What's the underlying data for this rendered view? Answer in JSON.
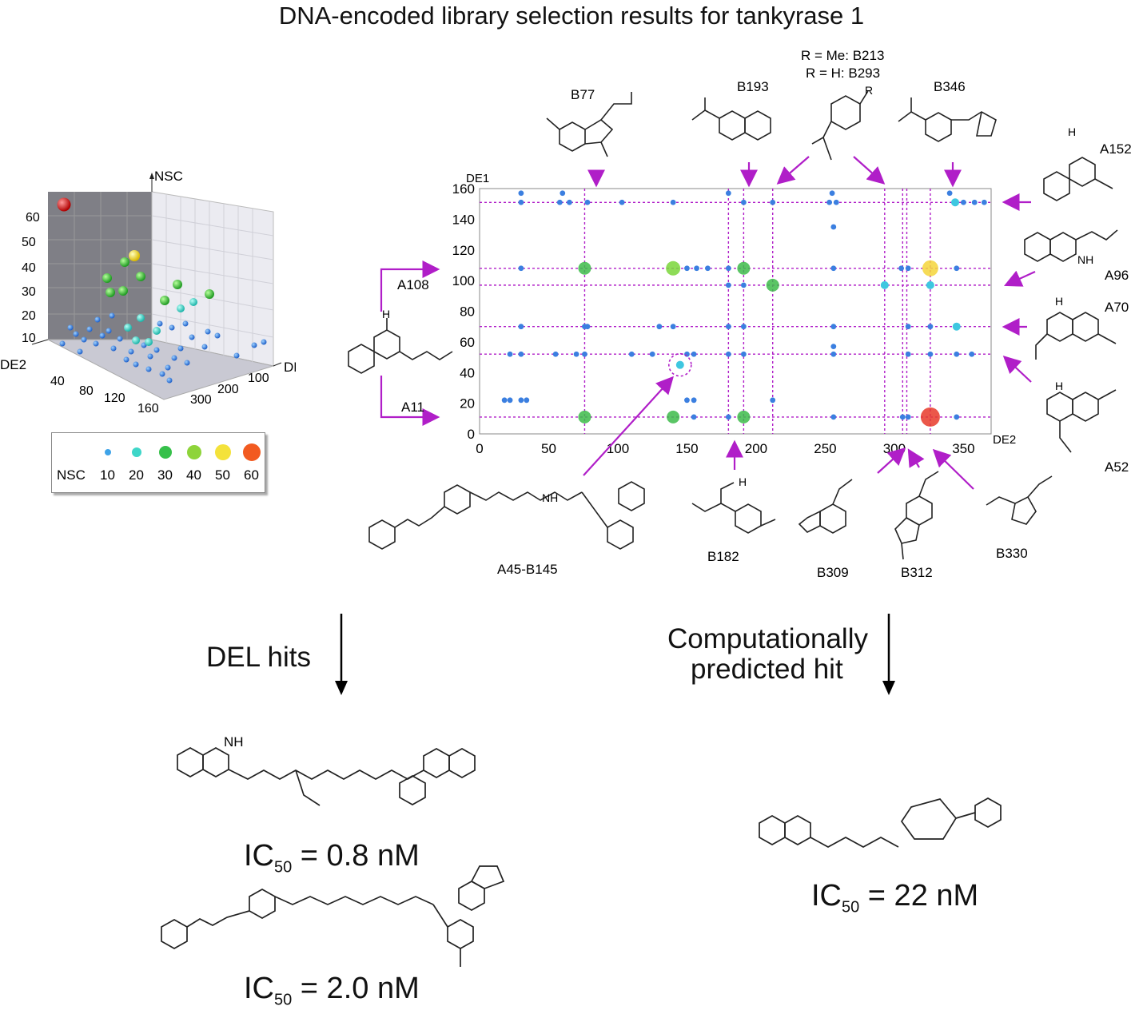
{
  "title": "DNA-encoded library selection results for tankyrase 1",
  "plot3d": {
    "z_label": "NSC",
    "x_label": "DE1",
    "y_label": "DE2",
    "z_ticks": [
      "10",
      "20",
      "30",
      "40",
      "50",
      "60"
    ],
    "de2_ticks": [
      "40",
      "80",
      "120",
      "160"
    ],
    "de1_ticks": [
      "100",
      "200",
      "300"
    ]
  },
  "legend": {
    "label": "NSC",
    "items": [
      {
        "value": "10",
        "color": "#3ea3e8"
      },
      {
        "value": "20",
        "color": "#3ed6c8"
      },
      {
        "value": "30",
        "color": "#36c04a"
      },
      {
        "value": "40",
        "color": "#8ed43a"
      },
      {
        "value": "50",
        "color": "#f4e23a"
      },
      {
        "value": "60",
        "color": "#f25a20"
      }
    ]
  },
  "chart_data": {
    "type": "scatter",
    "xlabel": "DE2",
    "ylabel": "DE1",
    "xlim": [
      0,
      370
    ],
    "ylim": [
      0,
      160
    ],
    "x_ticks": [
      0,
      50,
      100,
      150,
      200,
      250,
      300,
      350
    ],
    "y_ticks": [
      0,
      20,
      40,
      60,
      80,
      100,
      120,
      140,
      160
    ],
    "h_lines": [
      151,
      108,
      97,
      70,
      52,
      11
    ],
    "v_lines": [
      76,
      180,
      191,
      212,
      293,
      306,
      309,
      326
    ],
    "points": [
      {
        "x": 30,
        "y": 157,
        "nsc": 10
      },
      {
        "x": 60,
        "y": 157,
        "nsc": 10
      },
      {
        "x": 180,
        "y": 157,
        "nsc": 10
      },
      {
        "x": 255,
        "y": 157,
        "nsc": 10
      },
      {
        "x": 340,
        "y": 157,
        "nsc": 10
      },
      {
        "x": 30,
        "y": 151,
        "nsc": 10
      },
      {
        "x": 58,
        "y": 151,
        "nsc": 10
      },
      {
        "x": 65,
        "y": 151,
        "nsc": 10
      },
      {
        "x": 78,
        "y": 151,
        "nsc": 10
      },
      {
        "x": 103,
        "y": 151,
        "nsc": 10
      },
      {
        "x": 140,
        "y": 151,
        "nsc": 10
      },
      {
        "x": 191,
        "y": 151,
        "nsc": 10
      },
      {
        "x": 212,
        "y": 151,
        "nsc": 10
      },
      {
        "x": 253,
        "y": 151,
        "nsc": 10
      },
      {
        "x": 258,
        "y": 151,
        "nsc": 10
      },
      {
        "x": 344,
        "y": 151,
        "nsc": 20
      },
      {
        "x": 350,
        "y": 151,
        "nsc": 10
      },
      {
        "x": 358,
        "y": 151,
        "nsc": 10
      },
      {
        "x": 365,
        "y": 151,
        "nsc": 10
      },
      {
        "x": 256,
        "y": 135,
        "nsc": 10
      },
      {
        "x": 30,
        "y": 108,
        "nsc": 10
      },
      {
        "x": 76,
        "y": 108,
        "nsc": 30
      },
      {
        "x": 140,
        "y": 108,
        "nsc": 40
      },
      {
        "x": 150,
        "y": 108,
        "nsc": 10
      },
      {
        "x": 157,
        "y": 108,
        "nsc": 10
      },
      {
        "x": 165,
        "y": 108,
        "nsc": 10
      },
      {
        "x": 180,
        "y": 108,
        "nsc": 10
      },
      {
        "x": 191,
        "y": 108,
        "nsc": 30
      },
      {
        "x": 256,
        "y": 108,
        "nsc": 10
      },
      {
        "x": 305,
        "y": 108,
        "nsc": 10
      },
      {
        "x": 310,
        "y": 108,
        "nsc": 10
      },
      {
        "x": 326,
        "y": 108,
        "nsc": 50
      },
      {
        "x": 345,
        "y": 108,
        "nsc": 10
      },
      {
        "x": 180,
        "y": 97,
        "nsc": 10
      },
      {
        "x": 191,
        "y": 97,
        "nsc": 10
      },
      {
        "x": 212,
        "y": 97,
        "nsc": 30
      },
      {
        "x": 293,
        "y": 97,
        "nsc": 20
      },
      {
        "x": 326,
        "y": 97,
        "nsc": 20
      },
      {
        "x": 30,
        "y": 70,
        "nsc": 10
      },
      {
        "x": 76,
        "y": 70,
        "nsc": 10
      },
      {
        "x": 78,
        "y": 70,
        "nsc": 10
      },
      {
        "x": 130,
        "y": 70,
        "nsc": 10
      },
      {
        "x": 140,
        "y": 70,
        "nsc": 10
      },
      {
        "x": 180,
        "y": 70,
        "nsc": 10
      },
      {
        "x": 191,
        "y": 70,
        "nsc": 10
      },
      {
        "x": 256,
        "y": 70,
        "nsc": 10
      },
      {
        "x": 310,
        "y": 70,
        "nsc": 10
      },
      {
        "x": 326,
        "y": 70,
        "nsc": 10
      },
      {
        "x": 345,
        "y": 70,
        "nsc": 20
      },
      {
        "x": 256,
        "y": 57,
        "nsc": 10
      },
      {
        "x": 22,
        "y": 52,
        "nsc": 10
      },
      {
        "x": 30,
        "y": 52,
        "nsc": 10
      },
      {
        "x": 55,
        "y": 52,
        "nsc": 10
      },
      {
        "x": 70,
        "y": 52,
        "nsc": 10
      },
      {
        "x": 76,
        "y": 52,
        "nsc": 10
      },
      {
        "x": 110,
        "y": 52,
        "nsc": 10
      },
      {
        "x": 125,
        "y": 52,
        "nsc": 10
      },
      {
        "x": 150,
        "y": 52,
        "nsc": 10
      },
      {
        "x": 155,
        "y": 52,
        "nsc": 10
      },
      {
        "x": 180,
        "y": 52,
        "nsc": 10
      },
      {
        "x": 191,
        "y": 52,
        "nsc": 10
      },
      {
        "x": 256,
        "y": 52,
        "nsc": 10
      },
      {
        "x": 310,
        "y": 52,
        "nsc": 10
      },
      {
        "x": 326,
        "y": 52,
        "nsc": 10
      },
      {
        "x": 345,
        "y": 52,
        "nsc": 10
      },
      {
        "x": 356,
        "y": 52,
        "nsc": 10
      },
      {
        "x": 145,
        "y": 45,
        "nsc": 20
      },
      {
        "x": 18,
        "y": 22,
        "nsc": 10
      },
      {
        "x": 22,
        "y": 22,
        "nsc": 10
      },
      {
        "x": 30,
        "y": 22,
        "nsc": 10
      },
      {
        "x": 34,
        "y": 22,
        "nsc": 10
      },
      {
        "x": 150,
        "y": 22,
        "nsc": 10
      },
      {
        "x": 155,
        "y": 22,
        "nsc": 10
      },
      {
        "x": 212,
        "y": 22,
        "nsc": 10
      },
      {
        "x": 76,
        "y": 11,
        "nsc": 30
      },
      {
        "x": 140,
        "y": 11,
        "nsc": 30
      },
      {
        "x": 155,
        "y": 11,
        "nsc": 10
      },
      {
        "x": 180,
        "y": 11,
        "nsc": 10
      },
      {
        "x": 191,
        "y": 11,
        "nsc": 30
      },
      {
        "x": 256,
        "y": 11,
        "nsc": 10
      },
      {
        "x": 306,
        "y": 11,
        "nsc": 10
      },
      {
        "x": 310,
        "y": 11,
        "nsc": 10
      },
      {
        "x": 326,
        "y": 11,
        "nsc": 60
      },
      {
        "x": 345,
        "y": 11,
        "nsc": 10
      }
    ]
  },
  "labels": {
    "b77": "B77",
    "b193": "B193",
    "r_me": "R = Me: B213",
    "r_h": "R = H: B293",
    "b346": "B346",
    "a152": "A152",
    "a96": "A96",
    "a70": "A70",
    "a52": "A52",
    "a108": "A108",
    "a11": "A11",
    "a45_b145": "A45-B145",
    "b182": "B182",
    "b309": "B309",
    "b312": "B312",
    "b330": "B330",
    "nh": "NH",
    "h": "H",
    "r": "R"
  },
  "flow": {
    "left_label": "DEL hits",
    "right_label_1": "Computationally",
    "right_label_2": "predicted hit"
  },
  "results": {
    "ic": "IC",
    "sub": "50",
    "hit1": " = 0.8 nM",
    "hit2": " = 2.0 nM",
    "hit3": " = 22 nM"
  }
}
